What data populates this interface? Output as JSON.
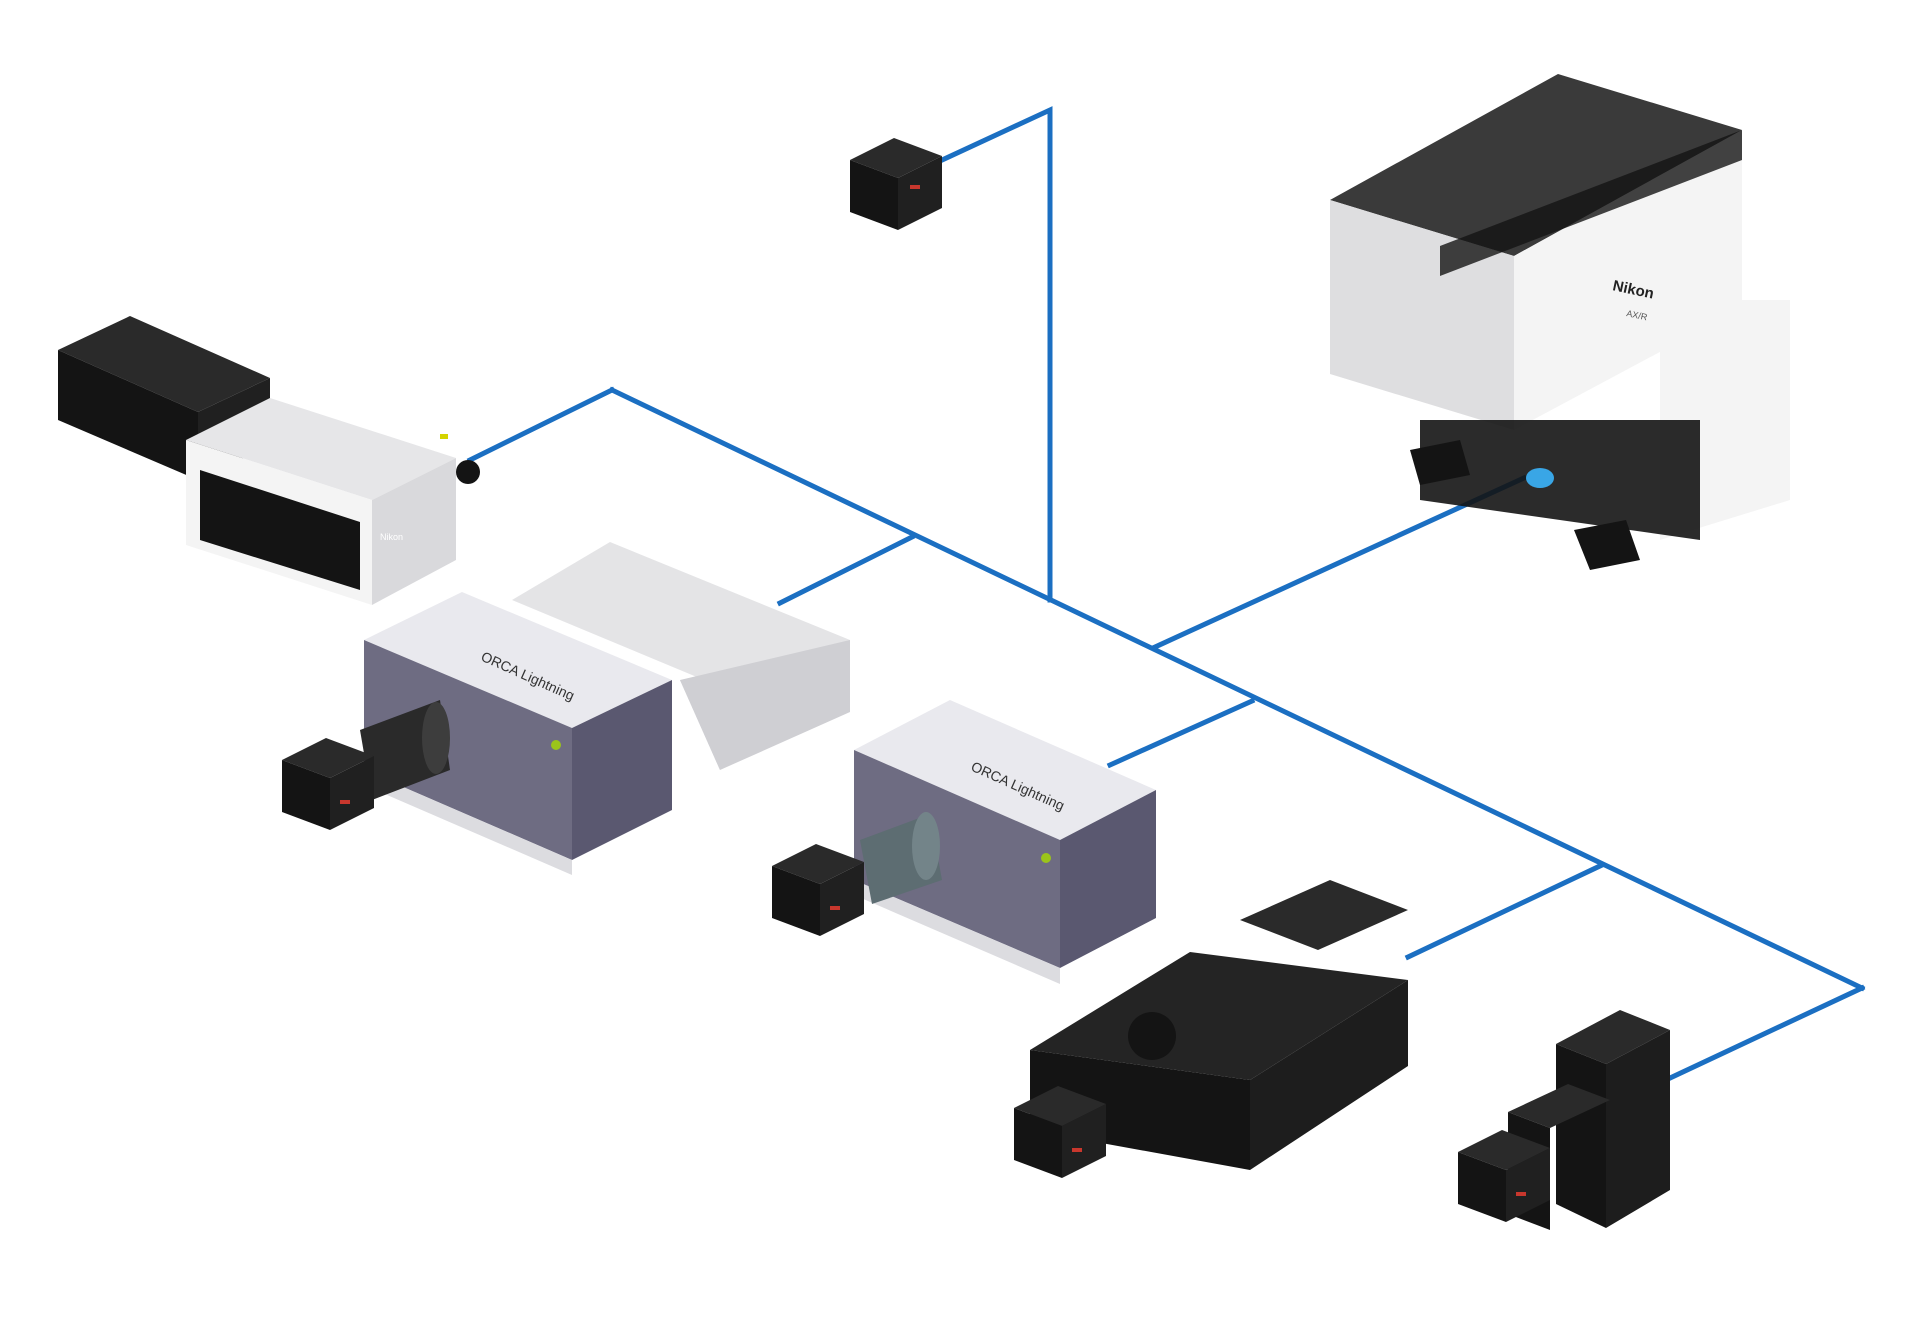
{
  "colors": {
    "background": "#ffffff",
    "connector": "#1b6fc2",
    "device_black": "#141414",
    "device_dark": "#2a2a2a",
    "device_grey": "#6e6c82",
    "device_silver": "#cfcfd3",
    "device_white": "#f4f4f4",
    "led_red": "#c8372d",
    "led_blue": "#39a6e6"
  },
  "devices": {
    "microscope_main": {
      "brand": "Nikon",
      "model": "AX/R"
    },
    "unit_left_top": {
      "brand": "Nikon"
    },
    "unit_left": {
      "logo": "ORCA Lightning"
    },
    "unit_center": {
      "logo": "ORCA Lightning"
    }
  },
  "icons": [
    "camera-icon",
    "detector-unit-icon",
    "microscope-icon",
    "controller-icon",
    "light-source-icon"
  ]
}
